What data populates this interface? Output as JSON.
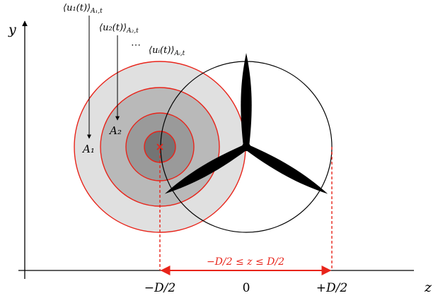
{
  "axes": {
    "y_label": "y",
    "z_label": "z"
  },
  "ticks": {
    "minus_half_d": "−D/2",
    "zero": "0",
    "plus_half_d": "+D/2"
  },
  "annotations": {
    "u1": "⟨u₁(t)⟩",
    "u1_sub": "A₁,t",
    "u2": "⟨u₂(t)⟩",
    "u2_sub": "A₂,t",
    "ellipsis": "⋯",
    "ui": "⟨uᵢ(t)⟩",
    "ui_sub": "Aᵢ,t",
    "a1": "A₁",
    "a2": "A₂",
    "range": "−D/2 ≤ z ≤ D/2"
  },
  "colors": {
    "accent_red": "#e8241a",
    "ring_1": "#e0e0e0",
    "ring_2": "#b9b9b9",
    "ring_3": "#9a9a9a",
    "ring_4": "#747474",
    "blade": "#000000"
  }
}
